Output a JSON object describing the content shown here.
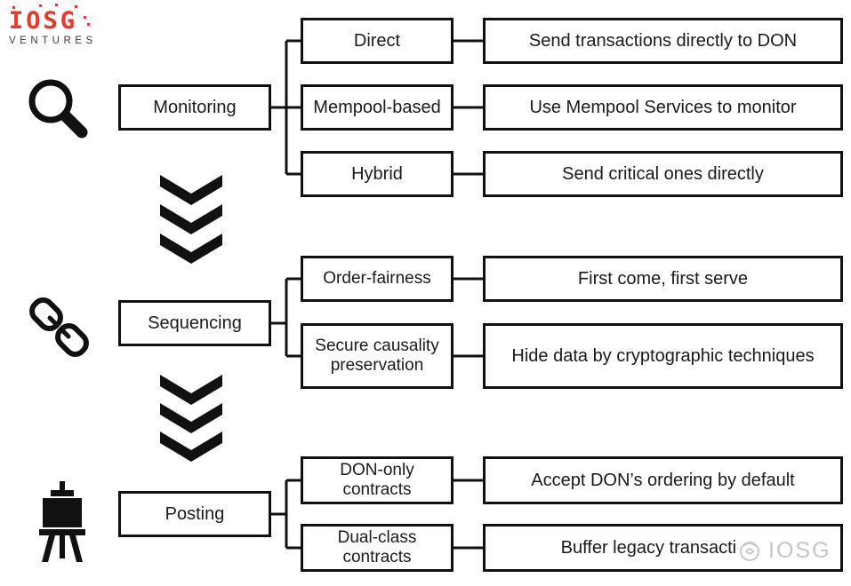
{
  "logo": {
    "brand": "IOSG",
    "sub": "VENTURES"
  },
  "watermark": {
    "text": "IOSG"
  },
  "colors": {
    "line": "#111111",
    "text": "#1a1a1a",
    "logo_red": "#e23c30",
    "watermark_gray": "#c6c6c6",
    "background": "#ffffff"
  },
  "icons": {
    "monitoring": "magnifier-icon",
    "sequencing": "chain-icon",
    "posting": "easel-icon",
    "separator": "chevrons-down-icon",
    "watermark": "globe-icon"
  },
  "stages": [
    {
      "label": "Monitoring",
      "branches": [
        {
          "label": "Direct",
          "description": "Send transactions directly to DON"
        },
        {
          "label": "Mempool-based",
          "description": "Use Mempool Services to monitor"
        },
        {
          "label": "Hybrid",
          "description": "Send critical ones directly"
        }
      ]
    },
    {
      "label": "Sequencing",
      "branches": [
        {
          "label": "Order-fairness",
          "description": "First come, first serve"
        },
        {
          "label": "Secure causality preservation",
          "description": "Hide data by cryptographic techniques"
        }
      ]
    },
    {
      "label": "Posting",
      "branches": [
        {
          "label": "DON-only contracts",
          "description": "Accept DON’s ordering by default"
        },
        {
          "label": "Dual-class contracts",
          "description": "Buffer legacy transactions"
        }
      ]
    }
  ]
}
